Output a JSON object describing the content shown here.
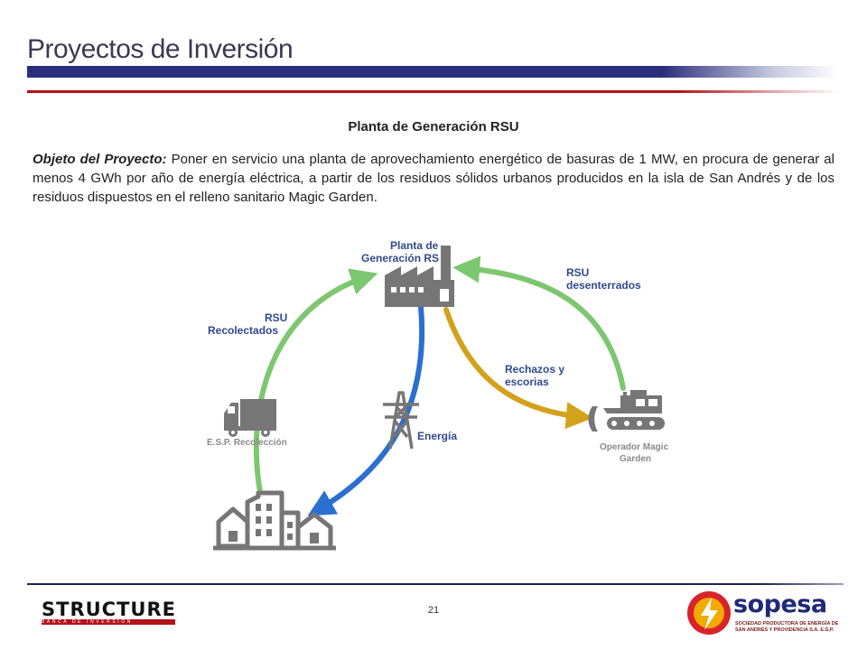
{
  "header": {
    "title": "Proyectos de Inversión"
  },
  "section": {
    "subtitle": "Planta de Generación RSU",
    "objective_lead": "Objeto del Proyecto:",
    "objective_text": " Poner en servicio una planta de aprovechamiento energético de basuras de 1 MW, en procura de generar al menos 4 GWh por año  de energía eléctrica, a partir de los residuos sólidos urbanos producidos en la isla de San Andrés y de los residuos dispuestos en el relleno sanitario Magic Garden."
  },
  "diagram": {
    "nodes": {
      "plant_line1": "Planta de",
      "plant_line2": "Generación RS",
      "truck": "E.S.P. Recolección",
      "excavator_line1": "Operador Magic",
      "excavator_line2": "Garden"
    },
    "flows": {
      "rsu_collected_line1": "RSU",
      "rsu_collected_line2": "Recolectados",
      "rsu_unearthed_line1": "RSU",
      "rsu_unearthed_line2": "desenterrados",
      "rejects_line1": "Rechazos y",
      "rejects_line2": "escorias",
      "energy": "Energía"
    },
    "icons": [
      "factory-icon",
      "truck-icon",
      "power-tower-icon",
      "excavator-icon",
      "city-buildings-icon"
    ],
    "colors": {
      "green": "#7dc770",
      "blue": "#2b6fd0",
      "gold": "#d4a11c",
      "label_navy": "#2f4a8c",
      "icon_gray": "#767676"
    }
  },
  "footer": {
    "page_number": "21",
    "structure_logo_text": "STRUCTURE",
    "structure_logo_tagline": "BANCA DE INVERSIÓN",
    "sopesa_logo_text": "sopesa",
    "sopesa_logo_tagline": "SOCIEDAD PRODUCTORA DE ENERGÍA DE SAN ANDRÉS Y PROVIDENCIA S.A. E.S.P."
  }
}
